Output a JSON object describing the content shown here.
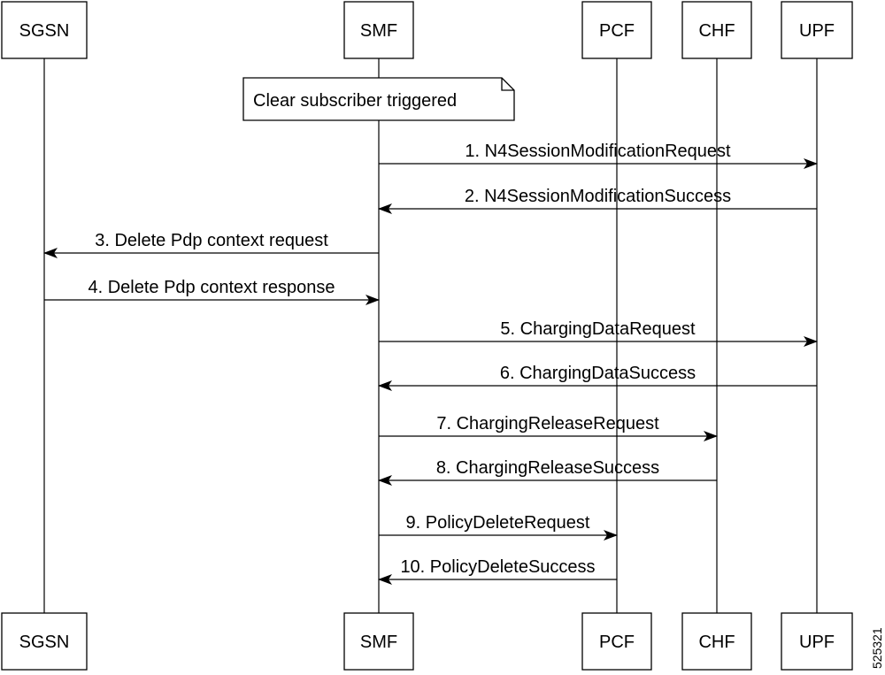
{
  "participants": [
    {
      "id": "sgsn",
      "label": "SGSN"
    },
    {
      "id": "smf",
      "label": "SMF"
    },
    {
      "id": "pcf",
      "label": "PCF"
    },
    {
      "id": "chf",
      "label": "CHF"
    },
    {
      "id": "upf",
      "label": "UPF"
    }
  ],
  "note": {
    "text": "Clear subscriber triggered",
    "over": "smf"
  },
  "messages": [
    {
      "label": "1. N4SessionModificationRequest",
      "from": "smf",
      "to": "upf"
    },
    {
      "label": "2. N4SessionModificationSuccess",
      "from": "upf",
      "to": "smf"
    },
    {
      "label": "3. Delete Pdp context request",
      "from": "smf",
      "to": "sgsn"
    },
    {
      "label": "4. Delete Pdp context response",
      "from": "sgsn",
      "to": "smf"
    },
    {
      "label": "5. ChargingDataRequest",
      "from": "smf",
      "to": "upf"
    },
    {
      "label": "6. ChargingDataSuccess",
      "from": "upf",
      "to": "smf"
    },
    {
      "label": "7. ChargingReleaseRequest",
      "from": "smf",
      "to": "chf"
    },
    {
      "label": "8. ChargingReleaseSuccess",
      "from": "chf",
      "to": "smf"
    },
    {
      "label": "9. PolicyDeleteRequest",
      "from": "smf",
      "to": "pcf"
    },
    {
      "label": "10. PolicyDeleteSuccess",
      "from": "pcf",
      "to": "smf"
    }
  ],
  "figure_id": "525321"
}
